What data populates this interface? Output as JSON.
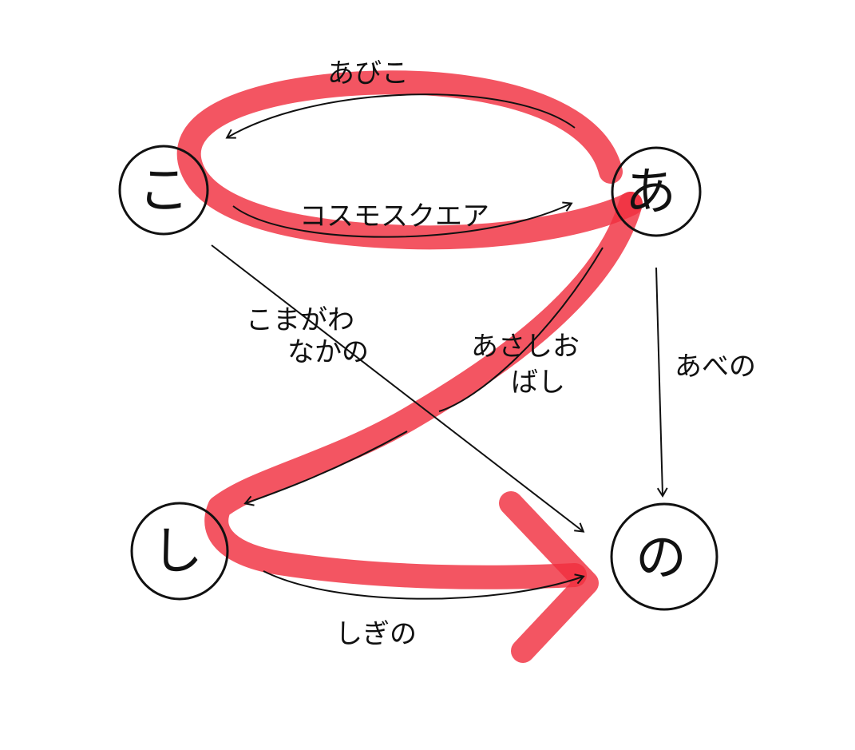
{
  "nodes": {
    "ko": "こ",
    "a": "あ",
    "shi": "し",
    "no": "の"
  },
  "edges": {
    "abiko": "あびこ",
    "cosmosquare": "コスモスクエア",
    "komagawa_line1": "こまがわ",
    "komagawa_line2": "なかの",
    "asashiobashi_line1": "あさしお",
    "asashiobashi_line2": "ばし",
    "abeno": "あべの",
    "shigino": "しぎの"
  },
  "colors": {
    "highlight": "#f0303f",
    "ink": "#111111"
  }
}
